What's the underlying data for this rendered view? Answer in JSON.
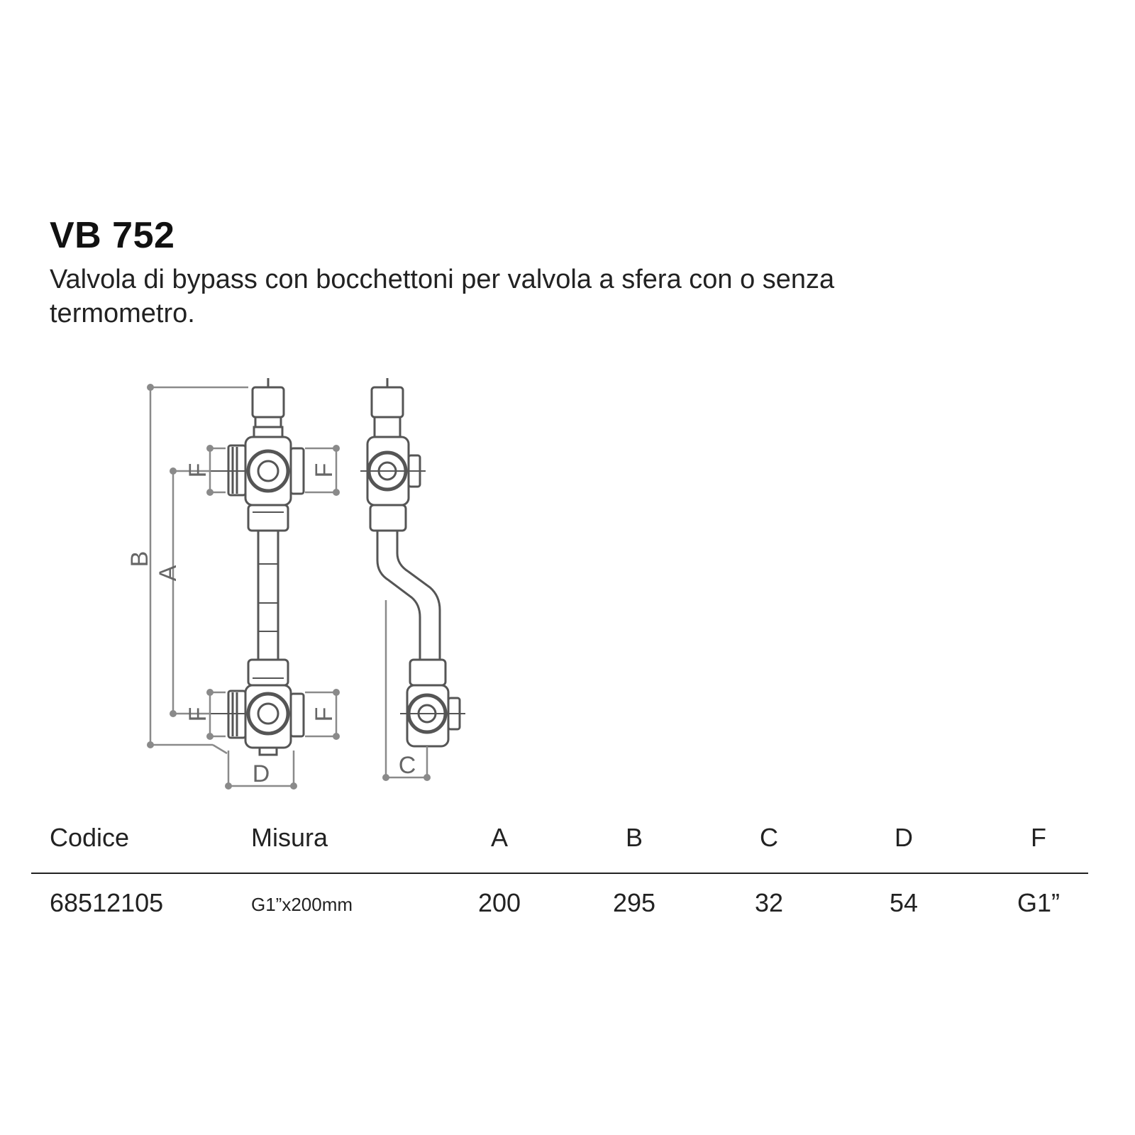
{
  "header": {
    "title": "VB 752",
    "description": "Valvola di bypass con bocchettoni per valvola a sfera con o senza termometro."
  },
  "drawing": {
    "labels": {
      "a": "A",
      "b": "B",
      "c": "C",
      "d": "D",
      "f": "F"
    }
  },
  "table": {
    "columns": [
      "Codice",
      "Misura",
      "A",
      "B",
      "C",
      "D",
      "F"
    ],
    "rows": [
      {
        "codice": "68512105",
        "misura": "G1”x200mm",
        "a": "200",
        "b": "295",
        "c": "32",
        "d": "54",
        "f": "G1”"
      }
    ]
  },
  "colors": {
    "line": "#555555",
    "dim": "#8a8a8a",
    "text": "#111111"
  }
}
